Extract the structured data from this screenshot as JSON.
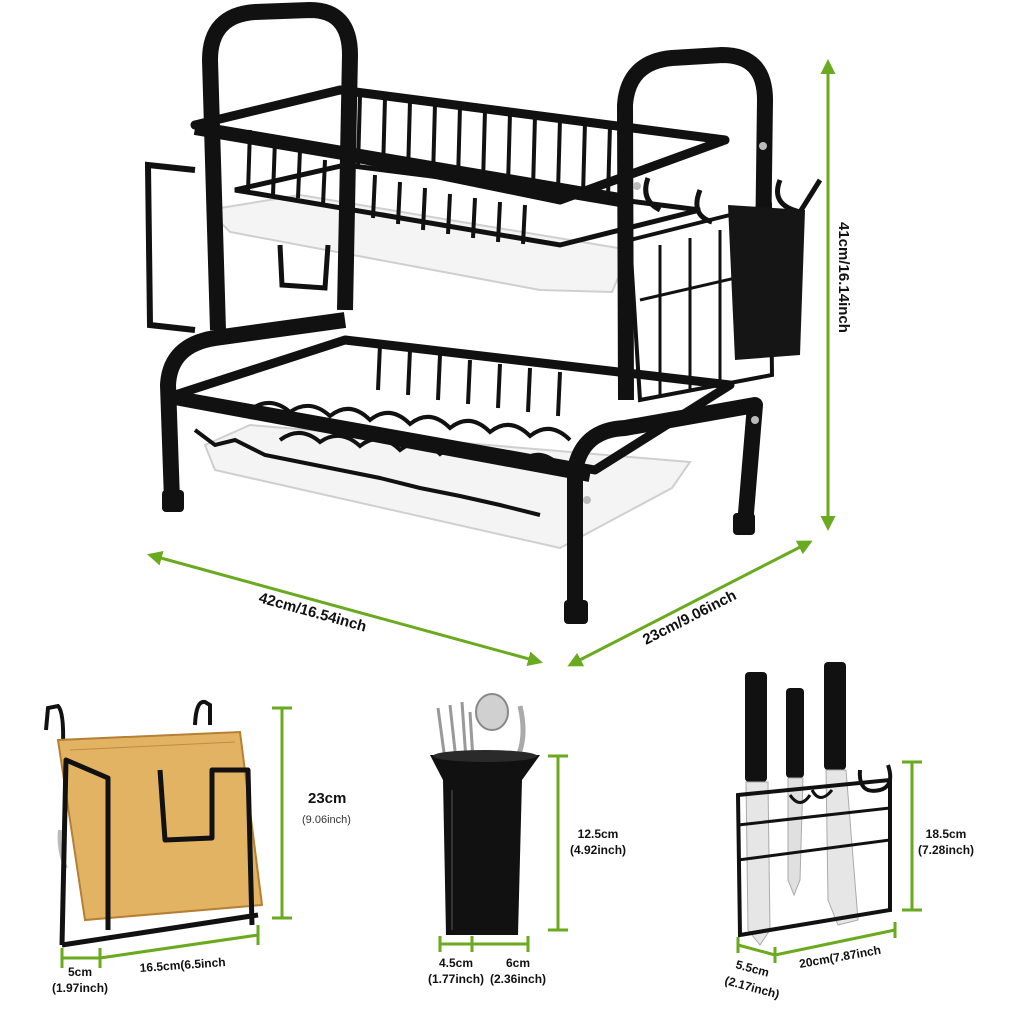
{
  "colors": {
    "accent": "#6aaa1e",
    "rack": "#111111",
    "tray": "#f2f2f2",
    "board": "#e2b363"
  },
  "main_rack": {
    "height_label": "41cm/16.14inch",
    "width_label": "42cm/16.54inch",
    "depth_label": "23cm/9.06inch"
  },
  "board_holder": {
    "height_value": "23cm",
    "height_sub": "(9.06inch)",
    "depth_value": "5cm",
    "depth_sub": "(1.97inch)",
    "width_label": "16.5cm(6.5inch"
  },
  "utensil_cup": {
    "height_value": "12.5cm",
    "height_sub": "(4.92inch)",
    "depth_value": "4.5cm",
    "depth_sub": "(1.77inch)",
    "width_value": "6cm",
    "width_sub": "(2.36inch)"
  },
  "knife_holder": {
    "height_value": "18.5cm",
    "height_sub": "(7.28inch)",
    "depth_value": "5.5cm",
    "depth_sub": "(2.17inch)",
    "width_label": "20cm(7.87inch"
  }
}
